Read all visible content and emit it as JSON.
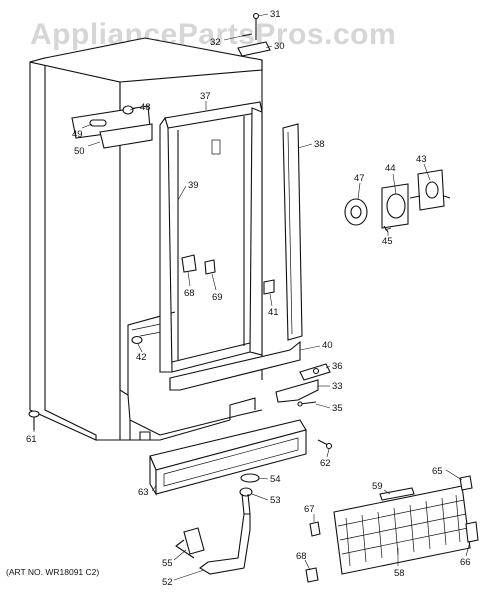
{
  "watermark": "AppliancePartsPros.com",
  "art_number": "(ART NO. WR18091 C2)",
  "callouts": {
    "c31": "31",
    "c32": "32",
    "c30": "30",
    "c37": "37",
    "c48": "48",
    "c49": "49",
    "c50": "50",
    "c38": "38",
    "c39": "39",
    "c47": "47",
    "c44": "44",
    "c43": "43",
    "c45": "45",
    "c68": "68",
    "c69": "69",
    "c41": "41",
    "c42": "42",
    "c40": "40",
    "c36": "36",
    "c33": "33",
    "c35": "35",
    "c61": "61",
    "c62": "62",
    "c54": "54",
    "c53": "53",
    "c63": "63",
    "c65": "65",
    "c59": "59",
    "c67": "67",
    "c55": "55",
    "c52": "52",
    "c68b": "68",
    "c58": "58",
    "c66": "66"
  }
}
